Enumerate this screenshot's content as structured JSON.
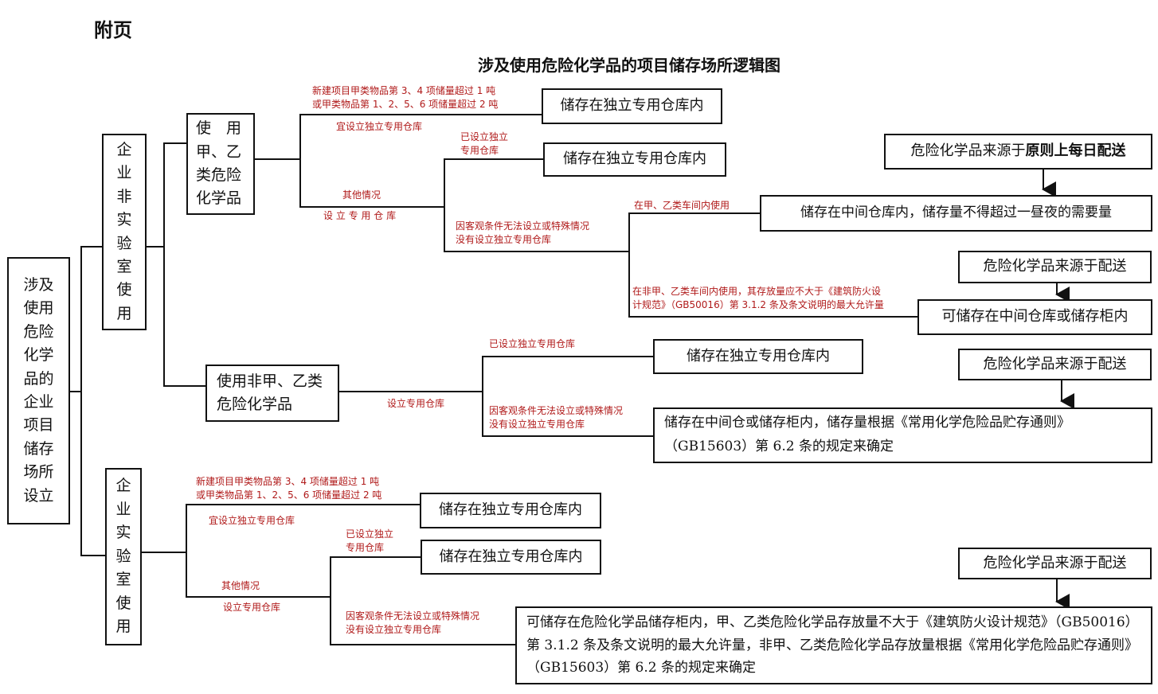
{
  "header": "附页",
  "title": "涉及使用危险化学品的项目储存场所逻辑图",
  "root": "涉及使用危险化学品的企业项目储存场所设立",
  "branch_nonlab": "企业非实验室使用",
  "branch_lab": "企业实验室使用",
  "use_ab": "使　用甲、乙类危险化学品",
  "use_non_ab": "使用非甲、乙类危险化学品",
  "boxes": {
    "b1": "储存在独立专用仓库内",
    "b2": "储存在独立专用仓库内",
    "b3": "储存在中间仓库内，储存量不得超过一昼夜的需要量",
    "b4": "可储存在中间仓库或储存柜内",
    "b5": "储存在独立专用仓库内",
    "b6": "储存在中间仓或储存柜内，储存量根据《常用化学危险品贮存通则》（GB15603）第 6.2 条的规定来确定",
    "b7": "储存在独立专用仓库内",
    "b8": "储存在独立专用仓库内",
    "b9": "可储存在危险化学品储存柜内，甲、乙类危险化学品存放量不大于《建筑防火设计规范》（GB50016）第 3.1.2 条及条文说明的最大允许量，非甲、乙类危险化学品存放量根据《常用化学危险品贮存通则》（GB15603）第 6.2 条的规定来确定"
  },
  "sources": {
    "s1_prefix": "危险化学品来源于",
    "s1_bold": "原则上每日配送",
    "s2": "危险化学品来源于配送",
    "s3": "危险化学品来源于配送",
    "s4": "危险化学品来源于配送"
  },
  "labels": {
    "l1": "新建项目甲类物品第 3、4 项储量超过 1 吨\n或甲类物品第 1、2、5、6 项储量超过 2 吨",
    "l2": "宜设立独立专用仓库",
    "l3": "已设立独立\n专用仓库",
    "l4": "其他情况",
    "l5": "设 立 专 用 仓 库",
    "l6": "因客观条件无法设立或特殊情况\n没有设立独立专用仓库",
    "l7": "在甲、乙类车间内使用",
    "l8": "在非甲、乙类车间内使用，其存放量应不大于《建筑防火设\n计规范》（GB50016）第 3.1.2 条及条文说明的最大允许量",
    "l9": "已设立独立专用仓库",
    "l10": "设立专用仓库",
    "l11": "因客观条件无法设立或特殊情况\n没有设立独立专用仓库",
    "l12": "新建项目甲类物品第 3、4 项储量超过 1 吨\n或甲类物品第 1、2、5、6 项储量超过 2 吨",
    "l13": "宜设立独立专用仓库",
    "l14": "已设立独立\n专用仓库",
    "l15": "其他情况",
    "l16": "设立专用仓库",
    "l17": "因客观条件无法设立或特殊情况\n没有设立独立专用仓库"
  }
}
